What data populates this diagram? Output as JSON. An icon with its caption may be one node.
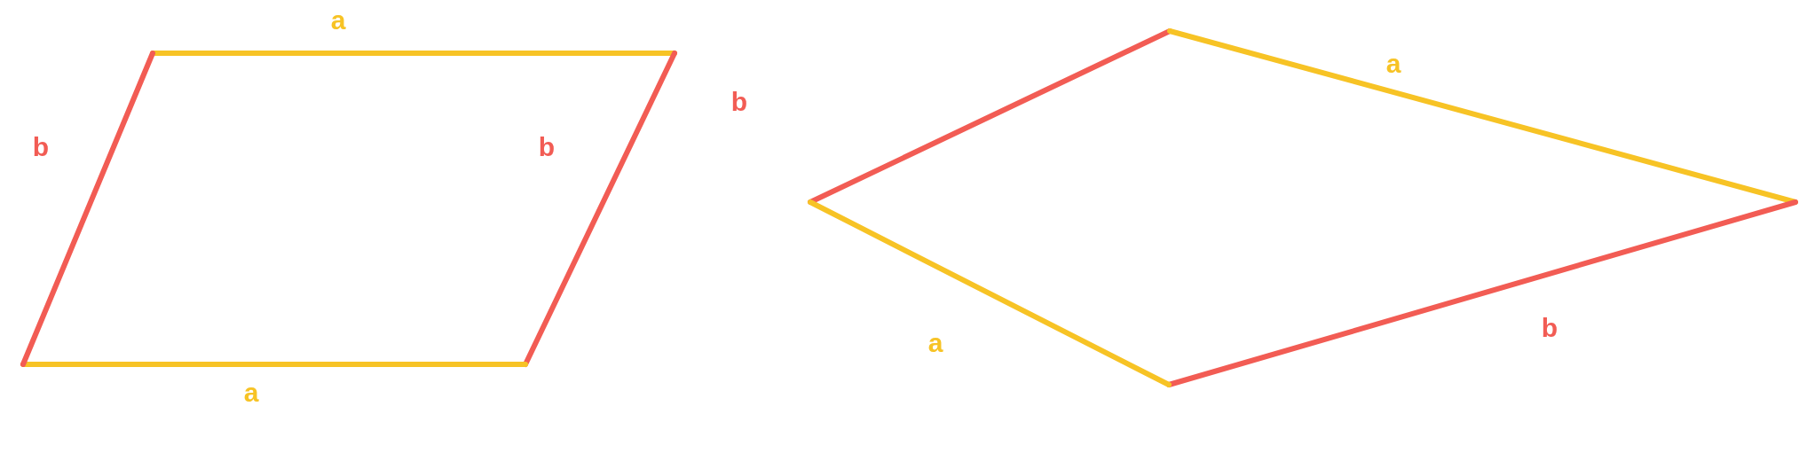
{
  "diagram": {
    "labels": [
      "a",
      "b",
      "b",
      "a",
      "b",
      "a",
      "a",
      "b"
    ]
  }
}
